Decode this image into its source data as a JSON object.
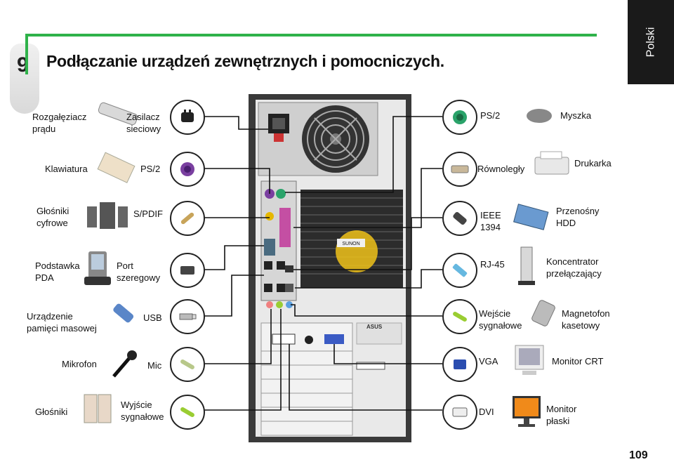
{
  "header": {
    "step": "9",
    "title": "Podłączanie urządzeń zewnętrznych i pomocniczych.",
    "language_tab": "Polski"
  },
  "page_number": "109",
  "left": {
    "rozgaleziacz": "Rozgałęziacz\nprądu",
    "zasilacz": "Zasilacz\nsieciowy",
    "klawiatura": "Klawiatura",
    "ps2_kbd": "PS/2",
    "glosniki_cyfrowe": "Głośniki\ncyfrowe",
    "spdif": "S/PDIF",
    "podstawka": "Podstawka\nPDA",
    "port_szeregowy": "Port\nszeregowy",
    "urzadzenie": "Urządzenie\npamięci masowej",
    "usb": "USB",
    "mikrofon": "Mikrofon",
    "mic": "Mic",
    "glosniki": "Głośniki",
    "wyjscie": "Wyjście\nsygnałowe"
  },
  "right": {
    "ps2_mouse": "PS/2",
    "myszka": "Myszka",
    "rownolegly": "Równoległy",
    "drukarka": "Drukarka",
    "ieee": "IEEE\n1394",
    "przenosny": "Przenośny\nHDD",
    "rj45": "RJ-45",
    "koncentrator": "Koncentrator\nprzełączający",
    "wejscie": "Wejście\nsygnałowe",
    "magnetofon": "Magnetofon\nkasetowy",
    "vga": "VGA",
    "monitor_crt": "Monitor CRT",
    "dvi": "DVI",
    "monitor_plaski": "Monitor\npłaski"
  },
  "colors": {
    "accent": "#2fb24a",
    "tab": "#1a1a1a",
    "ps2_keyboard": "#7a3fa0",
    "ps2_mouse": "#2aa36a"
  },
  "icons": {
    "brand_label": "ASUS",
    "fan_brand": "SUNON"
  }
}
